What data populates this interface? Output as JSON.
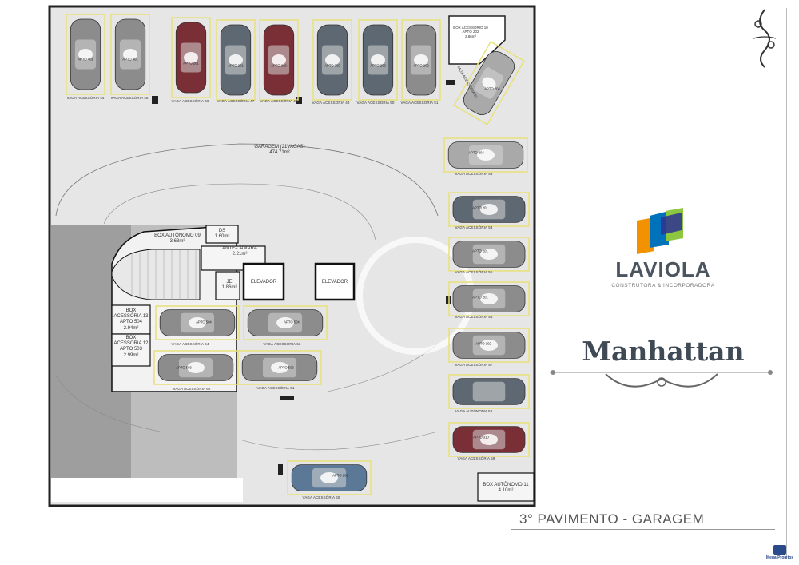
{
  "brand": {
    "name": "LAVIOLA",
    "subtitle": "CONSTRUTORA & INCORPORADORA",
    "logo_colors": [
      "#f39200",
      "#0072bc",
      "#8dc63f",
      "#2e3192"
    ]
  },
  "project": {
    "name": "Manhattan"
  },
  "floor_title": "3° PAVIMENTO - GARAGEM",
  "credit": "Mega Projetos",
  "garagem": {
    "name": "GARAGEM (21VAGAS)",
    "area": "474.71m²"
  },
  "rooms": {
    "box09": {
      "name": "BOX AUTÔNOMO 09",
      "area": "3.63m²"
    },
    "ds": {
      "name": "DS",
      "area": "1.60m²"
    },
    "antecamara": {
      "name": "ANTE-CÂMARA",
      "area": "2.21m²"
    },
    "je": {
      "name": "JE",
      "area": "1.86m²"
    },
    "elevador1": "ELEVADOR",
    "elevador2": "ELEVADOR",
    "box13": {
      "name": "BOX ACESSÓRIA 13 APTO 504",
      "area": "2.94m²"
    },
    "box12": {
      "name": "BOX ACESSÓRIA 12 APTO 503",
      "area": "2.99m²"
    },
    "box10": {
      "name": "BOX ACESSÓRIO 10 APTO 202",
      "area": "2.86m²"
    },
    "box11": {
      "name": "BOX AUTÔNOMO 11",
      "area": "4.10m²"
    }
  },
  "vagas": [
    {
      "label": "VAGA ACESSÓRIA 44",
      "apto": "APTO 401",
      "color": "gray"
    },
    {
      "label": "VAGA ACESSÓRIA 45",
      "apto": "APTO 401",
      "color": "gray"
    },
    {
      "label": "VAGA ACESSÓRIA 46",
      "apto": "APTO 201",
      "color": "maroon"
    },
    {
      "label": "VAGA ACESSÓRIA 47",
      "apto": "APTO 201",
      "color": "slate"
    },
    {
      "label": "VAGA ACESSÓRIA 48",
      "apto": "APTO 202",
      "color": "maroon"
    },
    {
      "label": "VAGA ACESSÓRIA 49",
      "apto": "APTO 302",
      "color": "slate"
    },
    {
      "label": "VAGA ACESSÓRIA 50",
      "apto": "APTO 202",
      "color": "slate"
    },
    {
      "label": "VAGA ACESSÓRIA 51",
      "apto": "APTO 202",
      "color": "gray"
    },
    {
      "label": "VAGA ACESSÓRIA 52",
      "apto": "APTO 204",
      "color": "lightgray"
    },
    {
      "label": "VAGA ACESSÓRIA 53",
      "apto": "APTO 204",
      "color": "lightgray"
    },
    {
      "label": "VAGA ACESSÓRIA 54",
      "apto": "APTO 201",
      "color": "slate"
    },
    {
      "label": "VAGA ACESSÓRIA 55",
      "apto": "APTO 201",
      "color": "gray"
    },
    {
      "label": "VAGA ACESSÓRIA 56",
      "apto": "APTO 201",
      "color": "gray"
    },
    {
      "label": "VAGA ACESSÓRIA 57",
      "apto": "APTO 102",
      "color": "gray"
    },
    {
      "label": "VAGA AUTÔNOMA 58",
      "apto": "",
      "color": "slate"
    },
    {
      "label": "VAGA ACESSÓRIA 59",
      "apto": "APTO 310",
      "color": "maroon"
    },
    {
      "label": "VAGA ACESSÓRIA 60",
      "apto": "APTO 201",
      "color": "blue"
    },
    {
      "label": "VAGA ACESSÓRIA 61",
      "apto": "APTO 503",
      "color": "gray"
    },
    {
      "label": "VAGA ACESSÓRIA 62",
      "apto": "APTO 503",
      "color": "gray"
    },
    {
      "label": "VAGA ACESSÓRIA 63",
      "apto": "APTO 504",
      "color": "gray"
    },
    {
      "label": "VAGA ACESSÓRIA 64",
      "apto": "APTO 504",
      "color": "gray"
    }
  ],
  "car_colors": {
    "gray": "#8c8c8c",
    "lightgray": "#a9a9a9",
    "maroon": "#7a2e36",
    "slate": "#5e6872",
    "blue": "#5b7896"
  }
}
